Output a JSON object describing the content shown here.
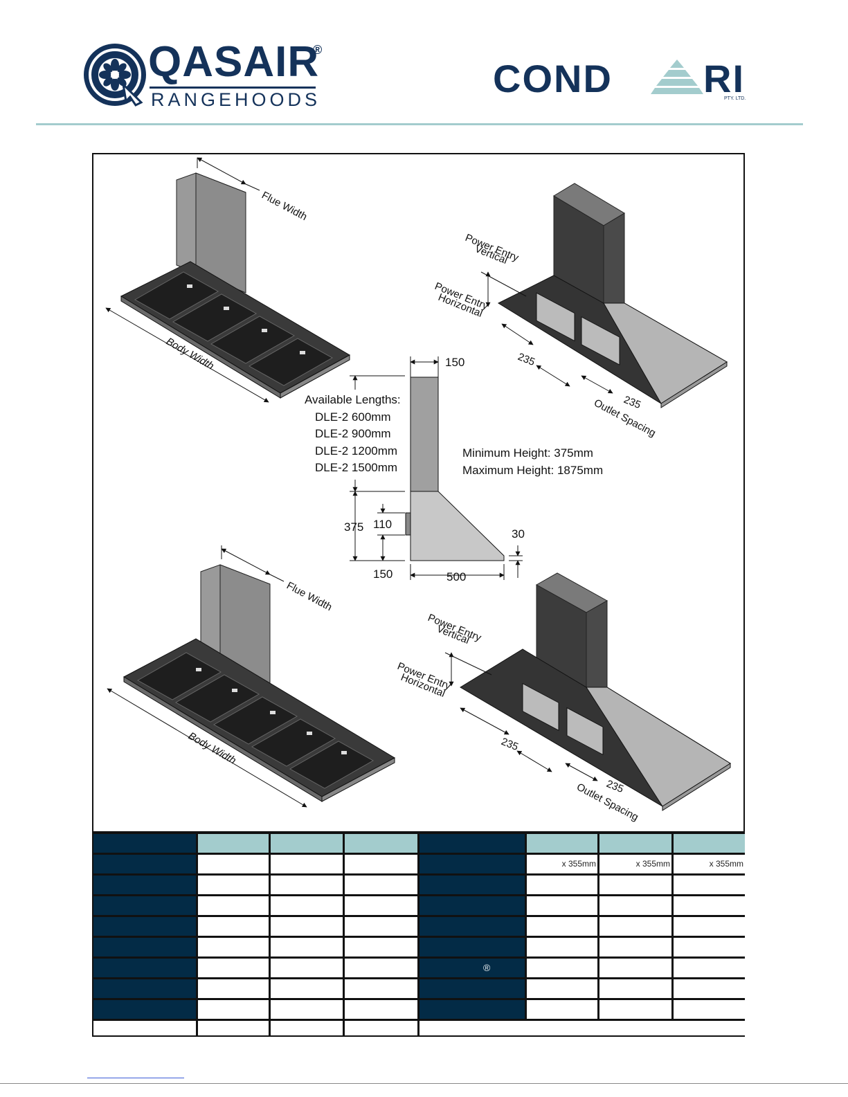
{
  "header": {
    "qasair_logo": {
      "brand": "QASAIR",
      "registered": "®",
      "subtitle": "RANGEHOODS"
    },
    "condari_logo": {
      "brand_left": "COND",
      "brand_right": "RI",
      "suffix": "PTY. LTD."
    }
  },
  "colors": {
    "navy": "#032b46",
    "teal": "#a3cccd",
    "brand_blue": "#14325a"
  },
  "drawing": {
    "island_top": {
      "flue_width": "Flue Width",
      "body_width": "Body Width"
    },
    "island_bottom": {
      "flue_width": "Flue Width",
      "body_width": "Body Width"
    },
    "wall_top": {
      "power_entry_vertical": [
        "Power Entry",
        "Vertical"
      ],
      "power_entry_horizontal": [
        "Power Entry",
        "Horizontal"
      ],
      "dim_left": "235",
      "dim_right": "235",
      "outlet_spacing": "Outlet Spacing"
    },
    "wall_bottom": {
      "power_entry_vertical": [
        "Power Entry",
        "Vertical"
      ],
      "power_entry_horizontal": [
        "Power Entry",
        "Horizontal"
      ],
      "dim_left": "235",
      "dim_right": "235",
      "outlet_spacing": "Outlet Spacing"
    },
    "side_profile": {
      "flue_top": "150",
      "available_title": "Available Lengths:",
      "lengths": [
        "DLE-2 600mm",
        "DLE-2 900mm",
        "DLE-2 1200mm",
        "DLE-2 1500mm"
      ],
      "min_height": "Minimum Height:  375mm",
      "max_height": "Maximum Height: 1875mm",
      "body_height": "375",
      "outlet_height": "110",
      "bottom_offset": "150",
      "edge_thickness": "30",
      "depth": "500"
    }
  },
  "table": {
    "row1_right_values": [
      "x 355mm",
      "x 355mm",
      "x 355mm"
    ],
    "registered_mark": "®"
  }
}
